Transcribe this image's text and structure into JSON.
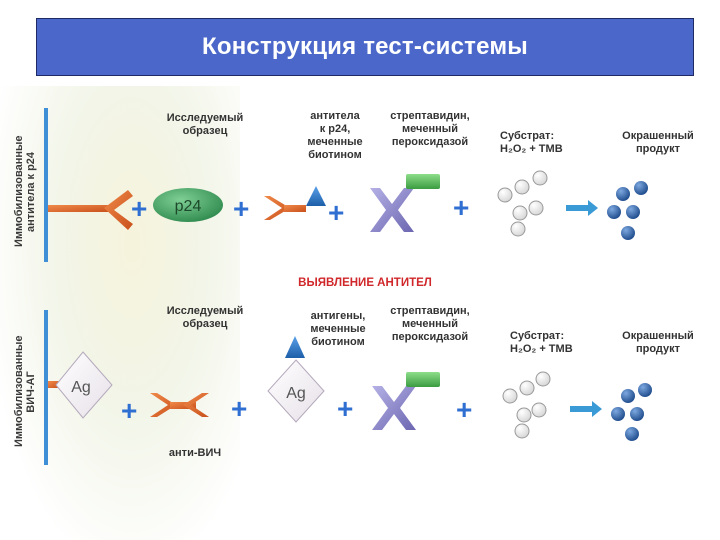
{
  "title": "Конструкция тест-системы",
  "top_row": {
    "side_label_1": "Иммобилизованные",
    "side_label_2": "антитела к p24",
    "sample_label_1": "Исследуемый",
    "sample_label_2": "образец",
    "antibody_label_1": "антитела",
    "antibody_label_2": "к p24,",
    "antibody_label_3": "меченные",
    "antibody_label_4": "биотином",
    "strept_label_1": "стрептавидин,",
    "strept_label_2": "меченный",
    "strept_label_3": "пероксидазой",
    "substrate_label_1": "Субстрат:",
    "substrate_label_2": "H₂O₂ + TMB",
    "product_label_1": "Окрашенный",
    "product_label_2": "продукт",
    "p24_text": "p24"
  },
  "section_heading": "ВЫЯВЛЕНИЕ АНТИТЕЛ",
  "bottom_row": {
    "side_label_1": "Иммобилизованные",
    "side_label_2": "ВИЧ-АГ",
    "sample_label_1": "Исследуемый",
    "sample_label_2": "образец",
    "antigen_label_1": "антигены,",
    "antigen_label_2": "меченные",
    "antigen_label_3": "биотином",
    "strept_label_1": "стрептавидин,",
    "strept_label_2": "меченный",
    "strept_label_3": "пероксидазой",
    "substrate_label_1": "Субстрат:",
    "substrate_label_2": "H₂O₂ + TMB",
    "product_label_1": "Окрашенный",
    "product_label_2": "продукт",
    "ag_text": "Ag",
    "anti_hiv": "анти-ВИЧ"
  },
  "colors": {
    "title_bg": "#4a67c9",
    "plus": "#2f6fd1",
    "antibody": "#e06a2c",
    "p24": "#4aa86a",
    "strept": "#8b86c8",
    "peroxidase": "#55b85a",
    "product": "#3a6db0",
    "heading": "#d0272a"
  }
}
